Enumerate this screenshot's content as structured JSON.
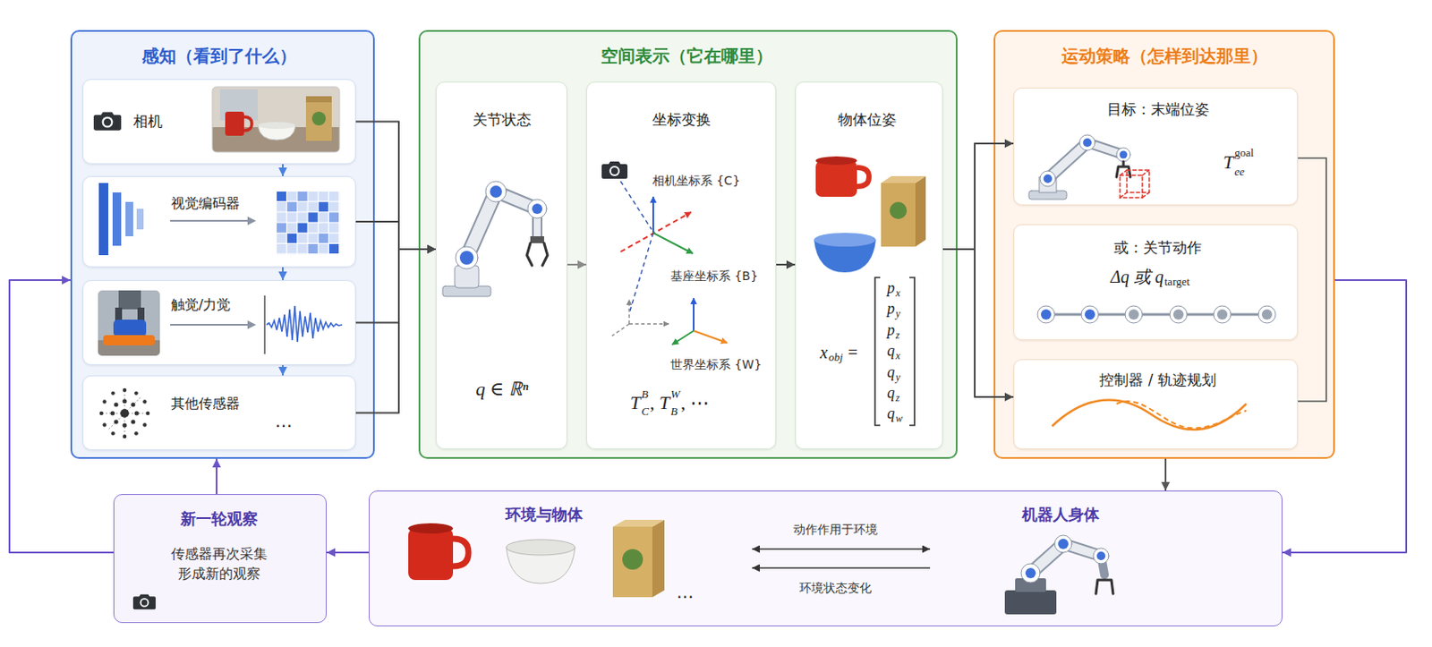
{
  "diagram": {
    "nodes": [
      {
        "text": [
          "感知（看到了什么）"
        ]
      },
      {
        "text": [
          "相机"
        ],
        "in": 0
      },
      {
        "text": [
          "视觉编码器"
        ],
        "in": 0
      },
      {
        "text": [
          "触觉/力觉"
        ],
        "in": 0
      },
      {
        "text": [
          "其他传感器",
          "…"
        ],
        "in": 0
      },
      {
        "text": [
          "空间表示（它在哪里）"
        ]
      },
      {
        "text": [
          "关节状态",
          "q ∈ ℝⁿ"
        ],
        "in": 5
      },
      {
        "text": [
          "坐标变换",
          "相机坐标系 {C}",
          "基座坐标系 {B}",
          "世界坐标系 {W}",
          "T",
          "B",
          "C",
          ", T",
          "W",
          "B",
          ", ⋯"
        ],
        "in": 5
      },
      {
        "text": [
          "物体位姿",
          "x",
          "obj",
          "=",
          "p",
          "x",
          "p",
          "y",
          "p",
          "z",
          "q",
          "x",
          "q",
          "y",
          "q",
          "z",
          "q",
          "w"
        ],
        "in": 5
      },
      {
        "text": [
          "运动策略（怎样到达那里）"
        ]
      },
      {
        "text": [
          "目标：末端位姿",
          "T",
          "goal",
          "ee"
        ],
        "in": 9
      },
      {
        "text": [
          "或：关节动作",
          "Δq 或 q",
          "target"
        ],
        "in": 9
      },
      {
        "text": [
          "控制器 / 轨迹规划"
        ],
        "in": 9
      },
      {
        "text": [
          "新一轮观察",
          "传感器再次采集 形成新的观察"
        ]
      },
      {
        "text": [
          "环境与物体",
          "动作作用于环境",
          "环境状态变化",
          "…",
          "机器人身体"
        ]
      }
    ],
    "edges": [
      {
        "from": 1,
        "to": 2,
        "arrow": "to"
      },
      {
        "from": 2,
        "to": 3,
        "arrow": "to"
      },
      {
        "from": 3,
        "to": 4,
        "arrow": "to"
      },
      {
        "from": 1,
        "to": 6,
        "arrow": "to"
      },
      {
        "from": 2,
        "to": 6,
        "arrow": "to"
      },
      {
        "from": 3,
        "to": 6,
        "arrow": "to"
      },
      {
        "from": 4,
        "to": 6,
        "arrow": "to"
      },
      {
        "from": 6,
        "to": 7,
        "arrow": "to"
      },
      {
        "from": 7,
        "to": 8,
        "arrow": "to"
      },
      {
        "from": 8,
        "to": 10,
        "arrow": "to"
      },
      {
        "from": 8,
        "to": 12,
        "arrow": "to"
      },
      {
        "from": 9,
        "to": 14,
        "arrow": "to"
      },
      {
        "from": 9,
        "to": 14,
        "arrow": "to"
      },
      {
        "from": 14,
        "to": 13,
        "arrow": "to"
      },
      {
        "from": 13,
        "to": 0,
        "arrow": "to"
      },
      {
        "from": 13,
        "to": 0,
        "arrow": "to"
      }
    ]
  }
}
